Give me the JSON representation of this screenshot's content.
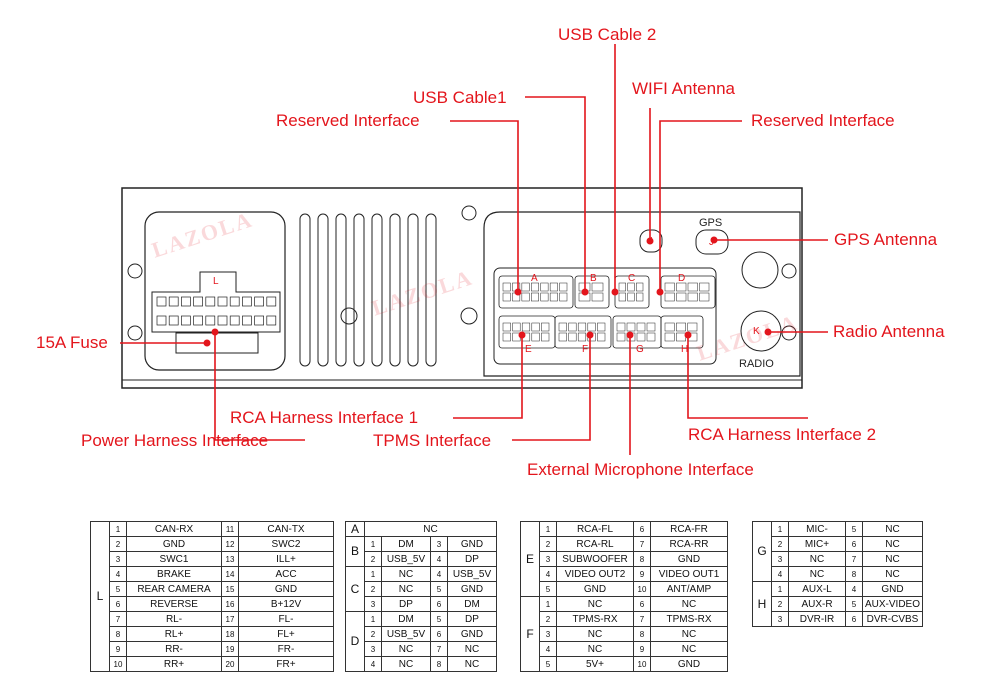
{
  "labels": {
    "usb_cable_2": "USB Cable 2",
    "usb_cable_1": "USB Cable1",
    "wifi_antenna": "WIFI Antenna",
    "reserved_left": "Reserved Interface",
    "reserved_right": "Reserved Interface",
    "gps_antenna": "GPS Antenna",
    "radio_antenna": "Radio Antenna",
    "fuse": "15A Fuse",
    "rca_1": "RCA Harness Interface 1",
    "power_harness": "Power Harness Interface",
    "tpms": "TPMS Interface",
    "rca_2": "RCA Harness Interface 2",
    "ext_mic": "External Microphone Interface"
  },
  "connector_tags": {
    "A": "A",
    "B": "B",
    "C": "C",
    "D": "D",
    "E": "E",
    "F": "F",
    "G": "G",
    "H": "H",
    "I": "I",
    "J": "J",
    "K": "K",
    "L": "L"
  },
  "panel_text": {
    "gps": "GPS",
    "radio": "RADIO"
  },
  "watermark": "LAZOLA",
  "tables": {
    "L": {
      "group": "L",
      "rows": [
        [
          "1",
          "CAN-RX",
          "11",
          "CAN-TX"
        ],
        [
          "2",
          "GND",
          "12",
          "SWC2"
        ],
        [
          "3",
          "SWC1",
          "13",
          "ILL+"
        ],
        [
          "4",
          "BRAKE",
          "14",
          "ACC"
        ],
        [
          "5",
          "REAR CAMERA",
          "15",
          "GND"
        ],
        [
          "6",
          "REVERSE",
          "16",
          "B+12V"
        ],
        [
          "7",
          "RL-",
          "17",
          "FL-"
        ],
        [
          "8",
          "RL+",
          "18",
          "FL+"
        ],
        [
          "9",
          "RR-",
          "19",
          "FR-"
        ],
        [
          "10",
          "RR+",
          "20",
          "FR+"
        ]
      ]
    },
    "ABCD": {
      "a_group": "A",
      "a_value": "NC",
      "groups": [
        {
          "group": "B",
          "rows": [
            [
              "1",
              "DM",
              "3",
              "GND"
            ],
            [
              "2",
              "USB_5V",
              "4",
              "DP"
            ]
          ]
        },
        {
          "group": "C",
          "rows": [
            [
              "1",
              "NC",
              "4",
              "USB_5V"
            ],
            [
              "2",
              "NC",
              "5",
              "GND"
            ],
            [
              "3",
              "DP",
              "6",
              "DM"
            ]
          ]
        },
        {
          "group": "D",
          "rows": [
            [
              "1",
              "DM",
              "5",
              "DP"
            ],
            [
              "2",
              "USB_5V",
              "6",
              "GND"
            ],
            [
              "3",
              "NC",
              "7",
              "NC"
            ],
            [
              "4",
              "NC",
              "8",
              "NC"
            ]
          ]
        }
      ]
    },
    "EF": {
      "groups": [
        {
          "group": "E",
          "rows": [
            [
              "1",
              "RCA-FL",
              "6",
              "RCA-FR"
            ],
            [
              "2",
              "RCA-RL",
              "7",
              "RCA-RR"
            ],
            [
              "3",
              "SUBWOOFER",
              "8",
              "GND"
            ],
            [
              "4",
              "VIDEO OUT2",
              "9",
              "VIDEO OUT1"
            ],
            [
              "5",
              "GND",
              "10",
              "ANT/AMP"
            ]
          ]
        },
        {
          "group": "F",
          "rows": [
            [
              "1",
              "NC",
              "6",
              "NC"
            ],
            [
              "2",
              "TPMS-RX",
              "7",
              "TPMS-RX"
            ],
            [
              "3",
              "NC",
              "8",
              "NC"
            ],
            [
              "4",
              "NC",
              "9",
              "NC"
            ],
            [
              "5",
              "5V+",
              "10",
              "GND"
            ]
          ]
        }
      ]
    },
    "GH": {
      "groups": [
        {
          "group": "G",
          "rows": [
            [
              "1",
              "MIC-",
              "5",
              "NC"
            ],
            [
              "2",
              "MIC+",
              "6",
              "NC"
            ],
            [
              "3",
              "NC",
              "7",
              "NC"
            ],
            [
              "4",
              "NC",
              "8",
              "NC"
            ]
          ]
        },
        {
          "group": "H",
          "rows": [
            [
              "1",
              "AUX-L",
              "4",
              "GND"
            ],
            [
              "2",
              "AUX-R",
              "5",
              "AUX-VIDEO"
            ],
            [
              "3",
              "DVR-IR",
              "6",
              "DVR-CVBS"
            ]
          ]
        }
      ]
    }
  },
  "colors": {
    "callout": "#e3151c",
    "outline": "#222222"
  }
}
